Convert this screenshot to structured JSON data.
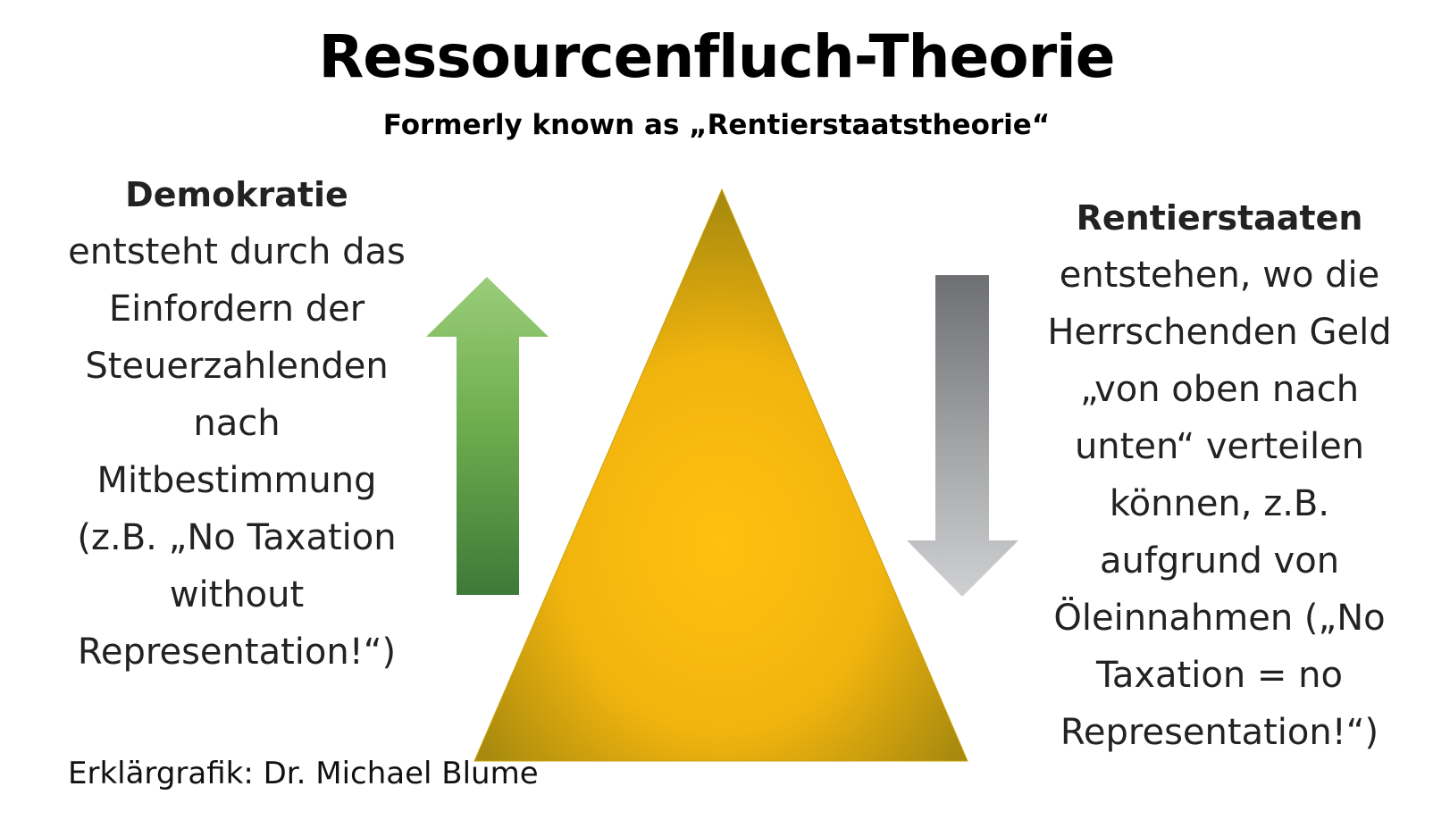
{
  "title": "Ressourcenfluch-Theorie",
  "subtitle": "Formerly known as „Rentierstaatstheorie“",
  "left": {
    "heading": "Demokratie",
    "lines": [
      "entsteht durch das",
      "Einfordern der",
      "Steuerzahlenden",
      "nach",
      "Mitbestimmung",
      "(z.B. „No Taxation",
      "without",
      "Representation!“)"
    ]
  },
  "right": {
    "heading": "Rentierstaaten",
    "lines": [
      "entstehen, wo die",
      "Herrschenden Geld",
      "„von oben nach",
      "unten“ verteilen",
      "können, z.B.",
      "aufgrund von",
      "Öleinnahmen („No",
      "Taxation = no",
      "Representation!“)"
    ]
  },
  "credit": "Erklärgrafik: Dr. Michael Blume",
  "colors": {
    "pyramid_center": "#FFC10E",
    "pyramid_edge": "#A88A0E",
    "arrow_up_top": "#9ACD7A",
    "arrow_up_bottom": "#3E7A38",
    "arrow_down_top": "#6E6F72",
    "arrow_down_bottom": "#CFD0D2"
  },
  "icons": {
    "up_arrow": "arrow-up-icon",
    "down_arrow": "arrow-down-icon"
  }
}
